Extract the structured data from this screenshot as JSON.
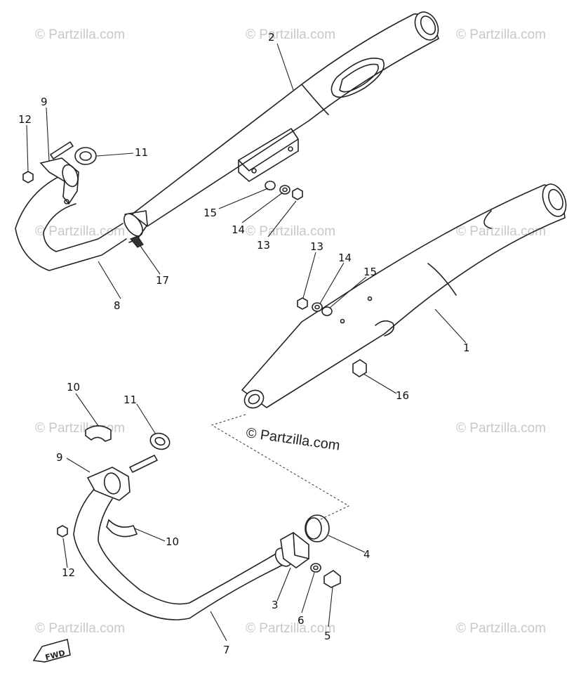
{
  "watermark_text": "© Partzilla.com",
  "copyright_text": "© Partzilla.com",
  "fwd_label": "FWD",
  "callouts": {
    "c1": "1",
    "c2": "2",
    "c3": "3",
    "c4": "4",
    "c5": "5",
    "c6": "6",
    "c7": "7",
    "c8": "8",
    "c9a": "9",
    "c9b": "9",
    "c10a": "10",
    "c10b": "10",
    "c11a": "11",
    "c11b": "11",
    "c12a": "12",
    "c12b": "12",
    "c13a": "13",
    "c13b": "13",
    "c14a": "14",
    "c14b": "14",
    "c15a": "15",
    "c15b": "15",
    "c16": "16",
    "c17": "17"
  }
}
